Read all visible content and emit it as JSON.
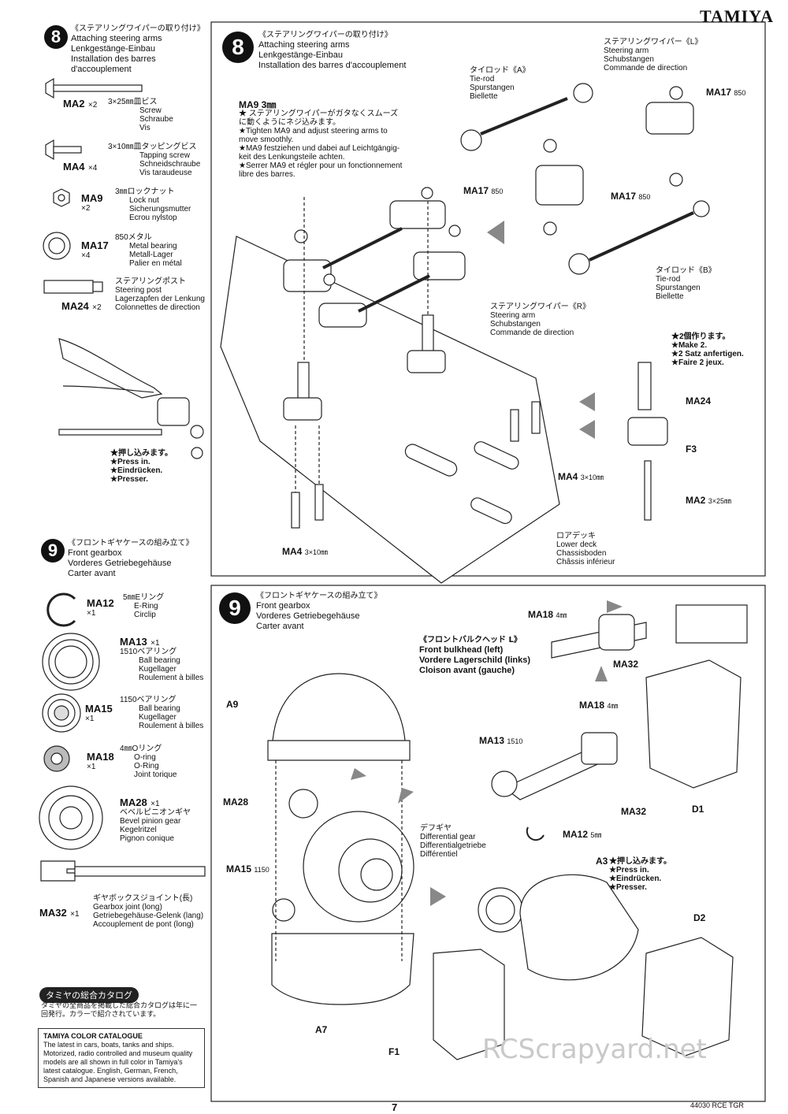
{
  "brand": "TAMIYA",
  "page_number": "7",
  "footer_code": "44030 RCE TGR",
  "watermark": "RCScrapyard.net",
  "step8": {
    "number": "8",
    "title_jp": "《ステアリングワイパーの取り付け》",
    "title_en": "Attaching steering arms",
    "title_de": "Lenkgestänge-Einbau",
    "title_fr": "Installation des barres d'accouplement",
    "parts": [
      {
        "code": "MA2",
        "qty": "×2",
        "size": "3×25㎜皿ビス",
        "en": "Screw",
        "de": "Schraube",
        "fr": "Vis"
      },
      {
        "code": "MA4",
        "qty": "×4",
        "size": "3×10㎜皿タッピングビス",
        "en": "Tapping screw",
        "de": "Schneidschraube",
        "fr": "Vis taraudeuse"
      },
      {
        "code": "MA9",
        "qty": "×2",
        "size": "3㎜ロックナット",
        "en": "Lock nut",
        "de": "Sicherungsmutter",
        "fr": "Ecrou nylstop"
      },
      {
        "code": "MA17",
        "qty": "×4",
        "size": "850メタル",
        "en": "Metal bearing",
        "de": "Metall-Lager",
        "fr": "Palier en métal"
      },
      {
        "code": "MA24",
        "qty": "×2",
        "size": "ステアリングポスト",
        "en": "Steering post",
        "de": "Lagerzapfen der Lenkung",
        "fr": "Colonnettes de direction"
      }
    ],
    "press": [
      "★押し込みます。",
      "★Press in.",
      "★Eindrücken.",
      "★Presser."
    ],
    "note_ma9": [
      "MA9 3㎜",
      "★ ステアリングワイパーがガタなくスムーズ",
      "に動くようにネジ込みます。",
      "★Tighten MA9 and adjust steering arms to",
      "move smoothly.",
      "★MA9 festziehen und dabei auf Leichtgängig-",
      "keit des Lenkungsteile achten.",
      "★Serrer MA9 et régler pour un fonctionnement",
      "libre des barres."
    ],
    "tierod_a": [
      "タイロッド《A》",
      "Tie-rod",
      "Spurstangen",
      "Biellette"
    ],
    "tierod_b": [
      "タイロッド《B》",
      "Tie-rod",
      "Spurstangen",
      "Biellette"
    ],
    "steer_l": [
      "ステアリングワイパー《L》",
      "Steering arm",
      "Schubstangen",
      "Commande de direction"
    ],
    "steer_r": [
      "ステアリングワイパー《R》",
      "Steering arm",
      "Schubstangen",
      "Commande de direction"
    ],
    "make2": [
      "★2個作ります。",
      "★Make 2.",
      "★2 Satz anfertigen.",
      "★Faire 2 jeux."
    ],
    "lower_deck": [
      "ロアデッキ",
      "Lower deck",
      "Chassisboden",
      "Châssis inférieur"
    ],
    "labels": {
      "ma17": "MA17",
      "ma17_size": "850",
      "ma24": "MA24",
      "f3": "F3",
      "ma2": "MA2",
      "ma2_size": "3×25㎜",
      "ma4": "MA4",
      "ma4_size": "3×10㎜"
    }
  },
  "step9": {
    "number": "9",
    "title_jp": "《フロントギヤケースの組み立て》",
    "title_en": "Front gearbox",
    "title_de": "Vorderes Getriebegehäuse",
    "title_fr": "Carter avant",
    "parts": [
      {
        "code": "MA12",
        "qty": "×1",
        "size": "5㎜Eリング",
        "en": "E-Ring",
        "de": "Circlip",
        "fr": ""
      },
      {
        "code": "MA13",
        "qty": "×1",
        "size": "1510ベアリング",
        "en": "Ball bearing",
        "de": "Kugellager",
        "fr": "Roulement à billes"
      },
      {
        "code": "MA15",
        "qty": "×1",
        "size": "1150ベアリング",
        "en": "Ball bearing",
        "de": "Kugellager",
        "fr": "Roulement à billes"
      },
      {
        "code": "MA18",
        "qty": "×1",
        "size": "4㎜Oリング",
        "en": "O-ring",
        "de": "O-Ring",
        "fr": "Joint torique"
      },
      {
        "code": "MA28",
        "qty": "×1",
        "size": "ベベルピニオンギヤ",
        "en": "Bevel pinion gear",
        "de": "Kegelritzel",
        "fr": "Pignon conique"
      },
      {
        "code": "MA32",
        "qty": "×1",
        "size": "ギヤボックスジョイント(長)",
        "en": "Gearbox joint (long)",
        "de": "Getriebegehäuse-Gelenk (lang)",
        "fr": "Accouplement de pont (long)"
      }
    ],
    "bulkhead": [
      "《フロントバルクヘッド L》",
      "Front bulkhead (left)",
      "Vordere Lagerschild (links)",
      "Cloison avant (gauche)"
    ],
    "diff": [
      "デフギヤ",
      "Differential gear",
      "Differentialgetriebe",
      "Différentiel"
    ],
    "press": [
      "★押し込みます。",
      "★Press in.",
      "★Eindrücken.",
      "★Presser."
    ],
    "labels": {
      "a9": "A9",
      "ma28": "MA28",
      "ma15": "MA15",
      "ma15_size": "1150",
      "a7": "A7",
      "f1": "F1",
      "ma18": "MA18",
      "ma18_size": "4㎜",
      "ma32": "MA32",
      "ma13": "MA13",
      "ma13_size": "1510",
      "ma12": "MA12",
      "ma12_size": "5㎜",
      "d1": "D1",
      "a3": "A3",
      "d2": "D2"
    }
  },
  "catalogue": {
    "banner": "タミヤの総合カタログ",
    "jp": "タミヤの全商品を掲載した総合カタログは年に一回発行。カラーで紹介されています。",
    "title": "TAMIYA COLOR CATALOGUE",
    "body": "The latest in cars, boats, tanks and ships. Motorized, radio controlled and museum quality models are all shown in full color in Tamiya's latest catalogue. English, German, French, Spanish and Japanese versions available."
  }
}
